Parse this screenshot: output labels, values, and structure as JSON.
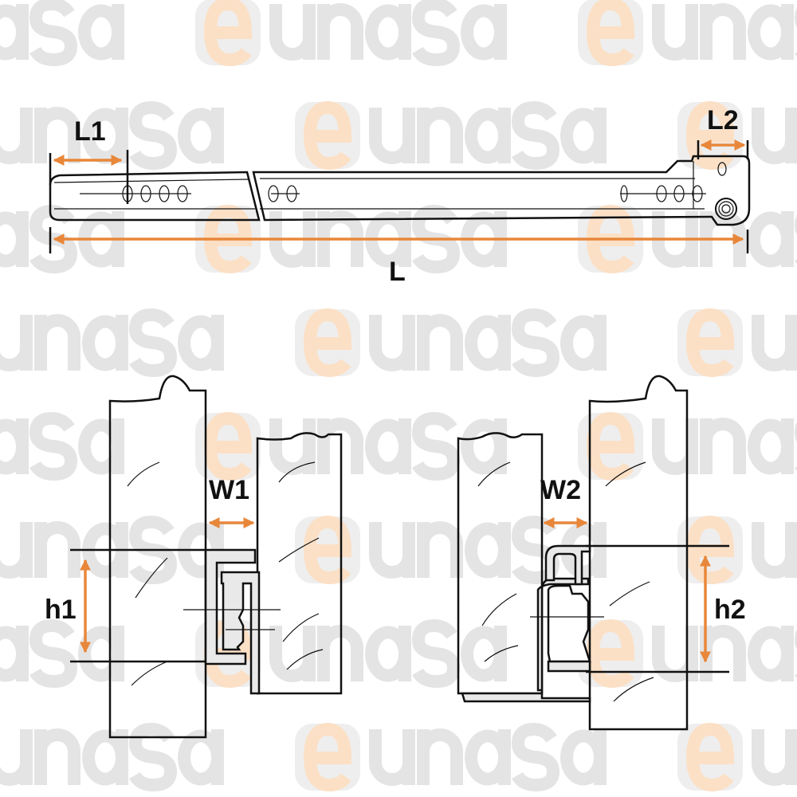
{
  "watermark": {
    "text": "eunasa",
    "accent_letter": "e",
    "rest": "unasa"
  },
  "labels": {
    "L1": "L1",
    "L2": "L2",
    "L": "L",
    "W1": "W1",
    "W2": "W2",
    "h1": "h1",
    "h2": "h2"
  },
  "colors": {
    "dimension_arrow": "#e8873a",
    "line": "#111111",
    "rail_fill": "#e9e9e9"
  }
}
